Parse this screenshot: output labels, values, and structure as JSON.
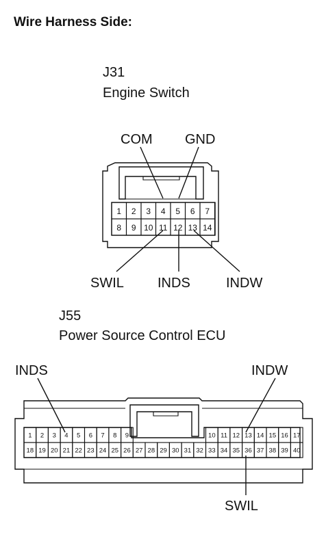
{
  "title": "Wire Harness Side:",
  "connectors": {
    "j31": {
      "code": "J31",
      "name": "Engine Switch",
      "pins_row1": [
        "1",
        "2",
        "3",
        "4",
        "5",
        "6",
        "7"
      ],
      "pins_row2": [
        "8",
        "9",
        "10",
        "11",
        "12",
        "13",
        "14"
      ],
      "terminals": {
        "com": "COM",
        "gnd": "GND",
        "swil": "SWIL",
        "inds": "INDS",
        "indw": "INDW"
      }
    },
    "j55": {
      "code": "J55",
      "name": "Power Source Control ECU",
      "pins_row1_left": [
        "1",
        "2",
        "3",
        "4",
        "5",
        "6",
        "7",
        "8",
        "9"
      ],
      "pins_row1_right": [
        "10",
        "11",
        "12",
        "13",
        "14",
        "15",
        "16",
        "17"
      ],
      "pins_row2": [
        "18",
        "19",
        "20",
        "21",
        "22",
        "23",
        "24",
        "25",
        "26",
        "27",
        "28",
        "29",
        "30",
        "31",
        "32",
        "33",
        "34",
        "35",
        "36",
        "37",
        "38",
        "39",
        "40"
      ],
      "terminals": {
        "inds": "INDS",
        "indw": "INDW",
        "swil": "SWIL"
      }
    }
  }
}
